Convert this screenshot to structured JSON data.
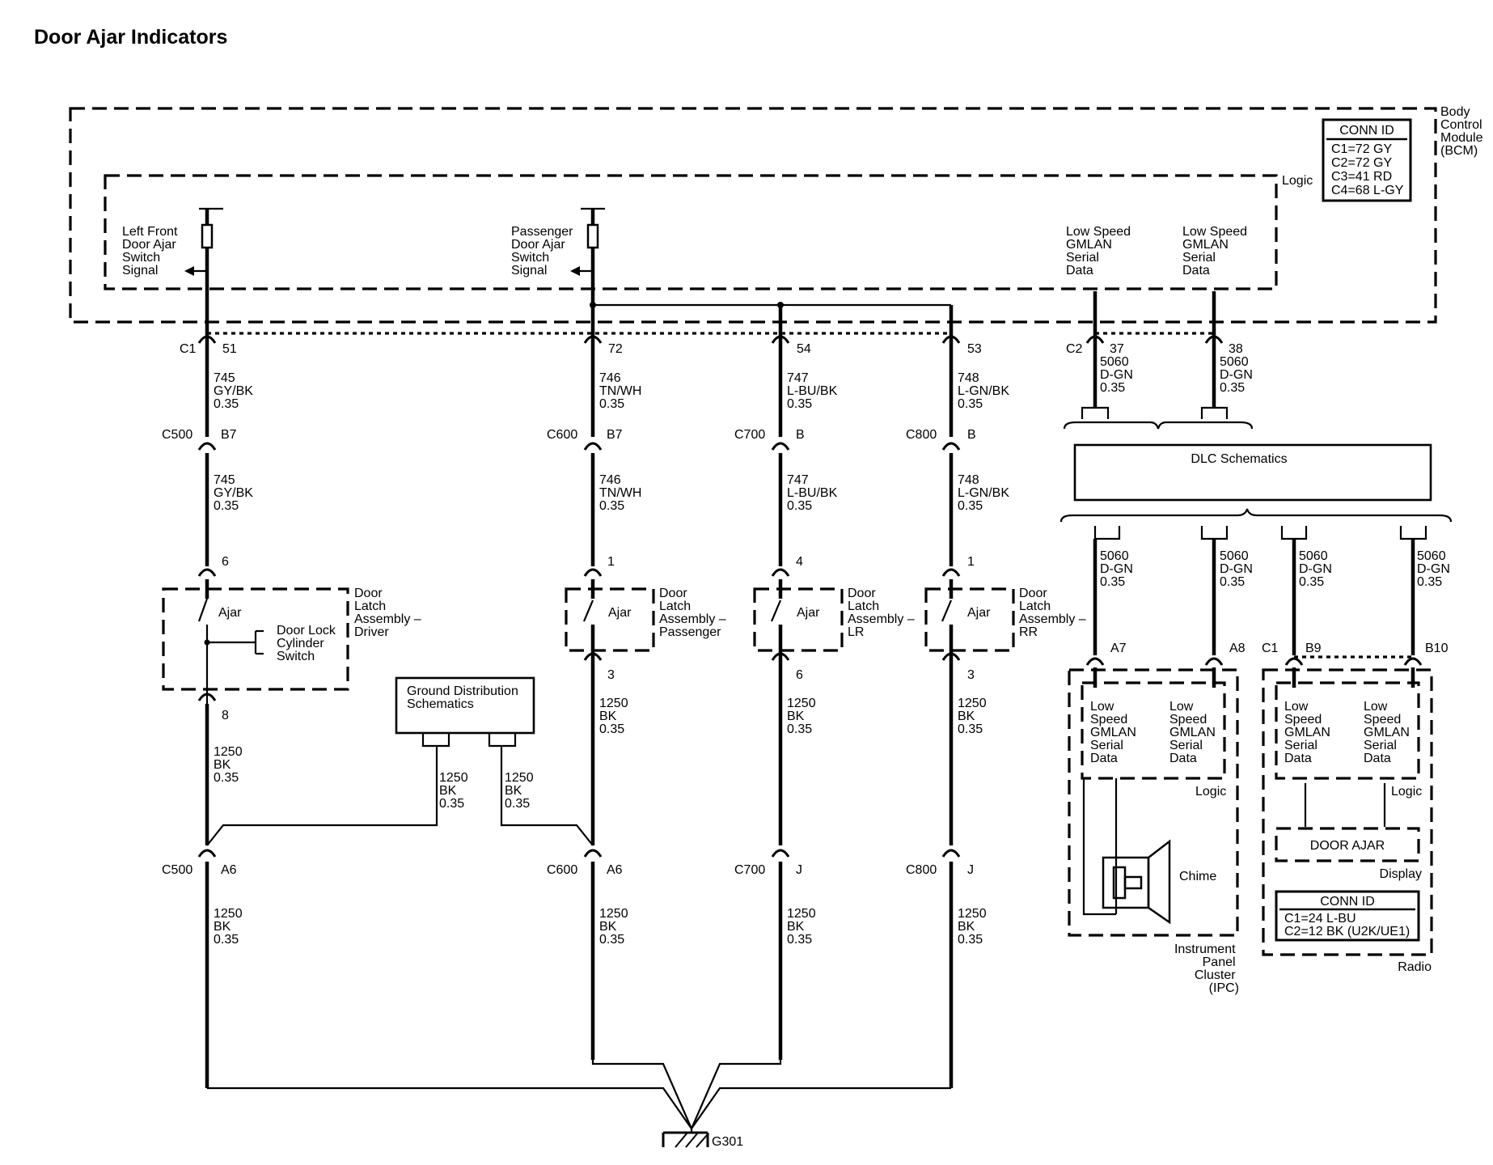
{
  "title": "Door Ajar Indicators",
  "bcm": {
    "label": [
      "Body",
      "Control",
      "Module",
      "(BCM)"
    ],
    "logic": "Logic",
    "conn_id_title": "CONN ID",
    "conn_id_lines": [
      "C1=72 GY",
      "C2=72 GY",
      "C3=41 RD",
      "C4=68 L-GY"
    ],
    "lf_signal": [
      "Left Front",
      "Door Ajar",
      "Switch",
      "Signal"
    ],
    "pass_signal": [
      "Passenger",
      "Door Ajar",
      "Switch",
      "Signal"
    ],
    "gmlan_a": [
      "Low Speed",
      "GMLAN",
      "Serial",
      "Data"
    ],
    "gmlan_b": [
      "Low Speed",
      "GMLAN",
      "Serial",
      "Data"
    ]
  },
  "wires": {
    "lf_top": [
      "745",
      "GY/BK",
      "0.35"
    ],
    "lf_mid": [
      "745",
      "GY/BK",
      "0.35"
    ],
    "pa_top": [
      "746",
      "TN/WH",
      "0.35"
    ],
    "pa_mid": [
      "746",
      "TN/WH",
      "0.35"
    ],
    "lr_top": [
      "747",
      "L-BU/BK",
      "0.35"
    ],
    "lr_mid": [
      "747",
      "L-BU/BK",
      "0.35"
    ],
    "rr_top": [
      "748",
      "L-GN/BK",
      "0.35"
    ],
    "rr_mid": [
      "748",
      "L-GN/BK",
      "0.35"
    ],
    "lf_gnd": [
      "1250",
      "BK",
      "0.35"
    ],
    "pa_gnd": [
      "1250",
      "BK",
      "0.35"
    ],
    "lr_gnd": [
      "1250",
      "BK",
      "0.35"
    ],
    "rr_gnd": [
      "1250",
      "BK",
      "0.35"
    ],
    "lf_low": [
      "1250",
      "BK",
      "0.35"
    ],
    "pa_low": [
      "1250",
      "BK",
      "0.35"
    ],
    "lr_low": [
      "1250",
      "BK",
      "0.35"
    ],
    "rr_low": [
      "1250",
      "BK",
      "0.35"
    ],
    "gd_left": [
      "1250",
      "BK",
      "0.35"
    ],
    "gd_right": [
      "1250",
      "BK",
      "0.35"
    ],
    "bcm_c2_37": [
      "5060",
      "D-GN",
      "0.35"
    ],
    "bcm_c2_38": [
      "5060",
      "D-GN",
      "0.35"
    ],
    "ipc_a7": [
      "5060",
      "D-GN",
      "0.35"
    ],
    "ipc_a8": [
      "5060",
      "D-GN",
      "0.35"
    ],
    "radio_b9": [
      "5060",
      "D-GN",
      "0.35"
    ],
    "radio_b10": [
      "5060",
      "D-GN",
      "0.35"
    ]
  },
  "connectors": {
    "c1": "C1",
    "c1_51": "51",
    "c1_72": "72",
    "c1_54": "54",
    "c1_53": "53",
    "c2": "C2",
    "c2_37": "37",
    "c2_38": "38",
    "c500_top": "C500",
    "c500_top_pin": "B7",
    "c600_top": "C600",
    "c600_top_pin": "B7",
    "c700_top": "C700",
    "c700_top_pin": "B",
    "c800_top": "C800",
    "c800_top_pin": "B",
    "c500_bot": "C500",
    "c500_bot_pin": "A6",
    "c600_bot": "C600",
    "c600_bot_pin": "A6",
    "c700_bot": "C700",
    "c700_bot_pin": "J",
    "c800_bot": "C800",
    "c800_bot_pin": "J",
    "drv_pin_top": "6",
    "drv_pin_bot": "8",
    "pa_pin_top": "1",
    "pa_pin_bot": "3",
    "lr_pin_top": "4",
    "lr_pin_bot": "6",
    "rr_pin_top": "1",
    "rr_pin_bot": "3",
    "ipc_a7": "A7",
    "ipc_a8": "A8",
    "radio_c1": "C1",
    "radio_b9": "B9",
    "radio_b10": "B10"
  },
  "components": {
    "ajar": "Ajar",
    "driver_latch": [
      "Door",
      "Latch",
      "Assembly –",
      "Driver"
    ],
    "lock_cyl": [
      "Door Lock",
      "Cylinder",
      "Switch"
    ],
    "pass_latch": [
      "Door",
      "Latch",
      "Assembly –",
      "Passenger"
    ],
    "lr_latch": [
      "Door",
      "Latch",
      "Assembly –",
      "LR"
    ],
    "rr_latch": [
      "Door",
      "Latch",
      "Assembly –",
      "RR"
    ],
    "ground_dist": [
      "Ground Distribution",
      "Schematics"
    ],
    "dlc": "DLC Schematics",
    "ipc_gmlan_a": [
      "Low",
      "Speed",
      "GMLAN",
      "Serial",
      "Data"
    ],
    "ipc_gmlan_b": [
      "Low",
      "Speed",
      "GMLAN",
      "Serial",
      "Data"
    ],
    "ipc_logic": "Logic",
    "chime": "Chime",
    "ipc": [
      "Instrument",
      "Panel",
      "Cluster",
      "(IPC)"
    ],
    "radio_gmlan_a": [
      "Low",
      "Speed",
      "GMLAN",
      "Serial",
      "Data"
    ],
    "radio_gmlan_b": [
      "Low",
      "Speed",
      "GMLAN",
      "Serial",
      "Data"
    ],
    "radio_logic": "Logic",
    "door_ajar": "DOOR AJAR",
    "display": "Display",
    "radio_conn_title": "CONN ID",
    "radio_conn_lines": [
      "C1=24 L-BU",
      "C2=12 BK (U2K/UE1)"
    ],
    "radio": "Radio",
    "ground": "G301"
  }
}
